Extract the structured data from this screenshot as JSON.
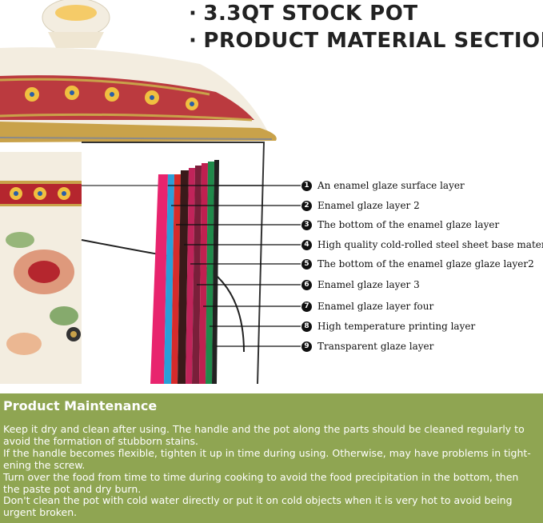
{
  "header": {
    "line1": "3.3QT STOCK POT",
    "line2": "PRODUCT MATERIAL SECTION",
    "bullet": "·"
  },
  "layers": [
    {
      "num": "1",
      "label": "An enamel glaze surface layer"
    },
    {
      "num": "2",
      "label": "Enamel glaze layer 2"
    },
    {
      "num": "3",
      "label": "The bottom of the enamel glaze layer"
    },
    {
      "num": "4",
      "label": "High quality cold-rolled steel sheet base material"
    },
    {
      "num": "5",
      "label": "The bottom of the enamel glaze glaze layer2"
    },
    {
      "num": "6",
      "label": "Enamel glaze layer 3"
    },
    {
      "num": "7",
      "label": "Enamel glaze layer four"
    },
    {
      "num": "8",
      "label": "High temperature printing layer"
    },
    {
      "num": "9",
      "label": "Transparent glaze layer"
    }
  ],
  "maintenance": {
    "title": "Product Maintenance",
    "paragraphs": [
      "Keep it dry and clean after using. The handle and the pot along the parts should be cleaned regularly to avoid the formation of stubborn stains.",
      "If the handle becomes flexible, tighten it up in time during using. Otherwise, may have problems in tight-ening the screw.",
      "Turn over the food from time to time during cooking to avoid the food precipitation in the bottom, then the paste pot and dry burn.",
      "Don't clean the pot with cold water directly or put it on cold objects when it is very hot to avoid being urgent broken."
    ]
  },
  "colors": {
    "band": "#8fa552",
    "layer_colors": [
      "#e8246e",
      "#2a9fd8",
      "#d62b2b",
      "#3a1a1a",
      "#c0245a",
      "#7a1f3a",
      "#1f8a4a",
      "#222222",
      "#d9d9d9"
    ],
    "pot_cream": "#f3ede0",
    "pot_red": "#b5262e",
    "pot_gold": "#c9a24a"
  }
}
